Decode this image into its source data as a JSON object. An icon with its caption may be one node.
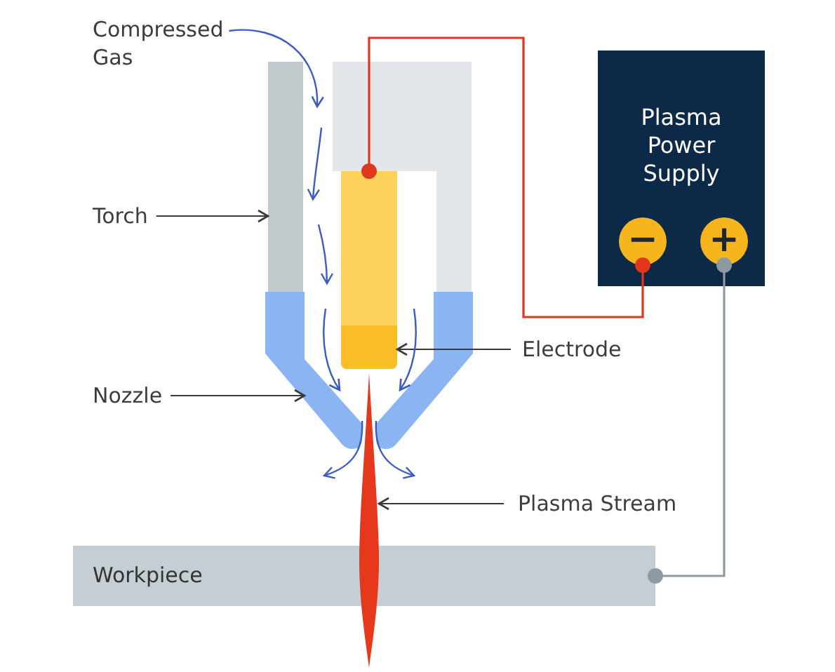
{
  "diagram": {
    "nodes": [
      {
        "text": [
          "Compressed Gas"
        ]
      },
      {
        "text": [
          "Plasma Power Supply"
        ]
      },
      {
        "text": [
          "−"
        ],
        "in": 1
      },
      {
        "text": [
          "+"
        ],
        "in": 1
      },
      {
        "text": [
          "Torch"
        ]
      },
      {
        "text": [],
        "shape": "bar"
      },
      {
        "text": [],
        "shape": "box"
      },
      {
        "text": [
          "Electrode"
        ]
      },
      {
        "text": [
          "Nozzle"
        ]
      },
      {
        "text": [],
        "shape": "funnel"
      },
      {
        "text": [],
        "shape": "spindle"
      },
      {
        "text": [
          "Plasma Stream"
        ]
      },
      {
        "text": [
          "Workpiece"
        ]
      }
    ],
    "edges": [
      {
        "from": 0,
        "to": 5,
        "arrow": "to",
        "color": "#3b5bc5"
      },
      {
        "from": 4,
        "to": 5,
        "arrow": "to"
      },
      {
        "from": 7,
        "to": 6,
        "arrow": "to"
      },
      {
        "from": 8,
        "to": 9,
        "arrow": "to"
      },
      {
        "from": 11,
        "to": 10,
        "arrow": "to"
      },
      {
        "from": 6,
        "to": 2,
        "arrow": "other",
        "color": "#e2361d"
      },
      {
        "from": 3,
        "to": 12,
        "arrow": "other",
        "color": "#8d99a3"
      },
      {
        "from": 6,
        "to": 9,
        "arrow": "to",
        "color": "#3b5bc5"
      },
      {
        "from": 6,
        "to": 9,
        "arrow": "to",
        "color": "#3b5bc5"
      }
    ]
  }
}
